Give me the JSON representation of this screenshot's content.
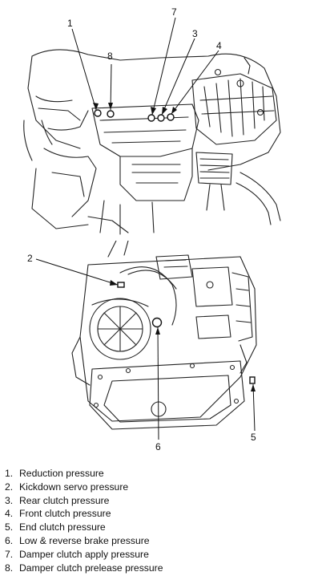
{
  "callouts_top": [
    "1",
    "8",
    "7",
    "3",
    "4"
  ],
  "callouts_bottom": [
    "2",
    "6",
    "5"
  ],
  "legend": [
    {
      "num": "1.",
      "label": "Reduction pressure"
    },
    {
      "num": "2.",
      "label": "Kickdown servo pressure"
    },
    {
      "num": "3.",
      "label": "Rear clutch pressure"
    },
    {
      "num": "4.",
      "label": "Front clutch pressure"
    },
    {
      "num": "5.",
      "label": "End clutch pressure"
    },
    {
      "num": "6.",
      "label": "Low & reverse brake pressure"
    },
    {
      "num": "7.",
      "label": "Damper clutch apply pressure"
    },
    {
      "num": "8.",
      "label": "Damper clutch prelease pressure"
    }
  ]
}
